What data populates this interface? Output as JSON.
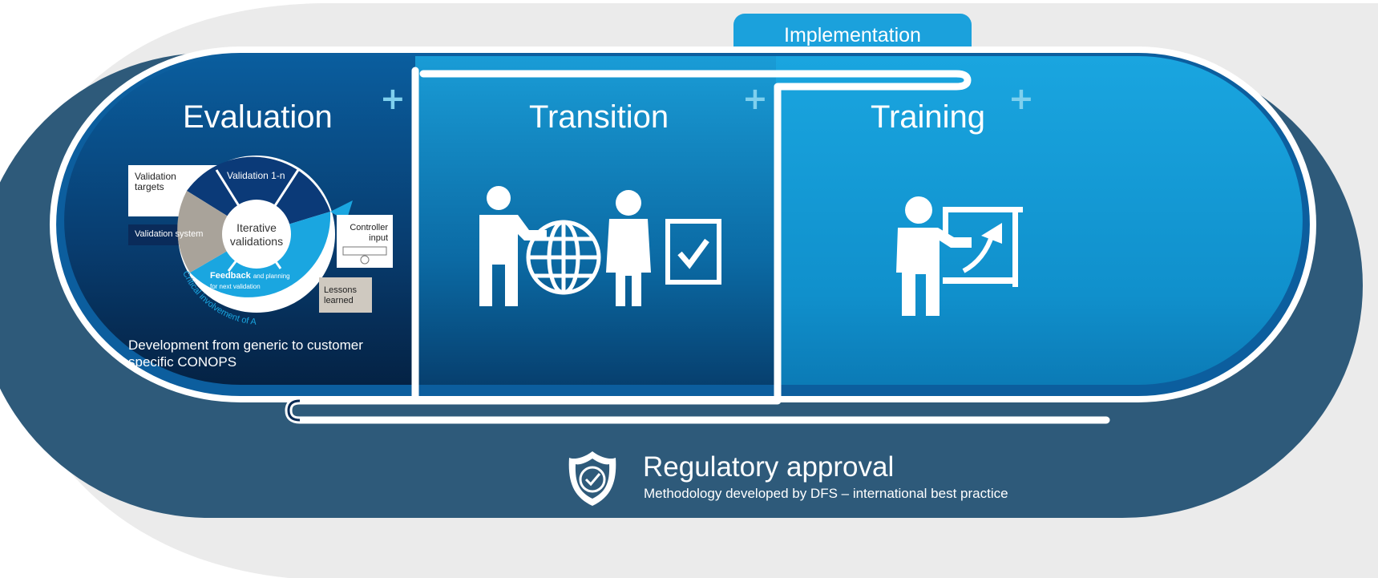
{
  "tab": {
    "label": "Implementation"
  },
  "sections": {
    "evaluation": {
      "title": "Evaluation",
      "description": "Development from generic to customer specific CONOPS"
    },
    "transition": {
      "title": "Transition"
    },
    "training": {
      "title": "Training"
    }
  },
  "expand_label": "+",
  "cycle": {
    "center": "Iterative validations",
    "segment_top": "Validation 1-n",
    "feedback_bold": "Feedback",
    "feedback_rest": "and planning",
    "feedback_line2": "for next validation",
    "arc_text": "Critical involvement of ATCOs and engineers",
    "label_targets": "Validation targets",
    "label_system": "Validation system",
    "label_controller": "Controller input",
    "label_lessons": "Lessons learned"
  },
  "footer": {
    "title": "Regulatory approval",
    "subtitle": "Methodology developed by DFS – international best practice"
  },
  "icons": {
    "transition": [
      "presenter-icon",
      "globe-icon",
      "person-icon",
      "checklist-icon"
    ],
    "training": [
      "trainer-icon",
      "presentation-board-icon"
    ],
    "footer": "shield-check-icon"
  },
  "colors": {
    "background_gray": "#ebebeb",
    "navy_back": "#2e5a7a",
    "dark_blue": "#0a2b55",
    "mid_blue": "#0c6fae",
    "bright_blue": "#19a3df",
    "tab_blue": "#1ba1dc"
  }
}
